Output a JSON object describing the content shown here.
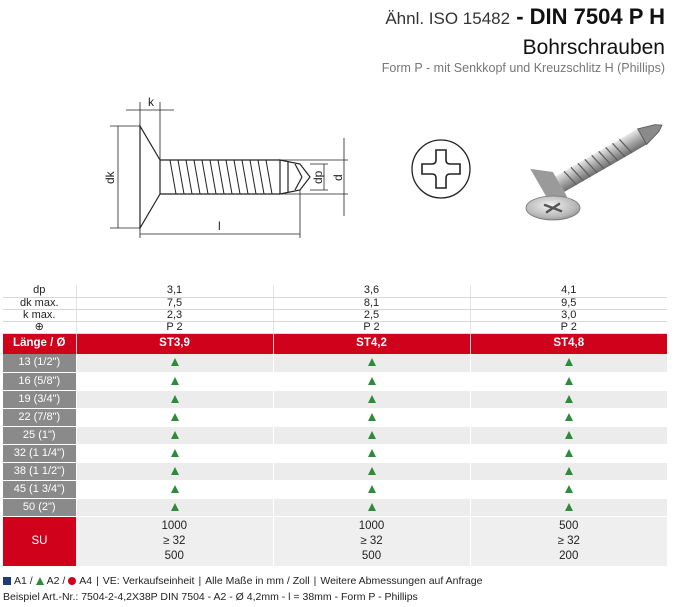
{
  "header": {
    "similar": "Ähnl. ISO 15482",
    "dash": " - ",
    "din": "DIN 7504 P H",
    "title": "Bohrschrauben",
    "subtitle": "Form P - mit Senkkopf und Kreuzschlitz H (Phillips)"
  },
  "drawing": {
    "dim_k": "k",
    "dim_dk": "dk",
    "dim_dp": "dp",
    "dim_d": "d",
    "dim_l": "l"
  },
  "specs": [
    {
      "label": "dp",
      "values": [
        "3,1",
        "3,6",
        "4,1"
      ]
    },
    {
      "label": "dk max.",
      "values": [
        "7,5",
        "8,1",
        "9,5"
      ]
    },
    {
      "label": "k max.",
      "values": [
        "2,3",
        "2,5",
        "3,0"
      ]
    },
    {
      "label": "⊕",
      "values": [
        "P 2",
        "P 2",
        "P 2"
      ]
    }
  ],
  "table_header": {
    "label": "Länge / Ø",
    "columns": [
      "ST3,9",
      "ST4,2",
      "ST4,8"
    ]
  },
  "lengths": [
    "13 (1/2\")",
    "16 (5/8\")",
    "19 (3/4\")",
    "22 (7/8\")",
    "25 (1\")",
    "32 (1 1/4\")",
    "38 (1 1/2\")",
    "45 (1 3/4\")",
    "50 (2\")"
  ],
  "su": {
    "label": "SU",
    "values": [
      [
        "1000",
        "≥ 32",
        "500"
      ],
      [
        "1000",
        "≥ 32",
        "500"
      ],
      [
        "500",
        "≥ 32",
        "200"
      ]
    ]
  },
  "legend": {
    "a1": "A1 /",
    "a2": "A2 /",
    "a4": "A4",
    "ve": "VE: Verkaufseinheit",
    "units": "Alle Maße in mm / Zoll",
    "more": "Weitere Abmessungen auf Anfrage",
    "sep": "|"
  },
  "example": "Beispiel Art.-Nr.: 7504-2-4,2X38P DIN 7504 - A2 - Ø 4,2mm - l = 38mm - Form P - Phillips",
  "colors": {
    "accent_red": "#d0021b",
    "available_green": "#2e8b3c",
    "a1_blue": "#1f3b73",
    "label_gray": "#8a8a8a"
  }
}
